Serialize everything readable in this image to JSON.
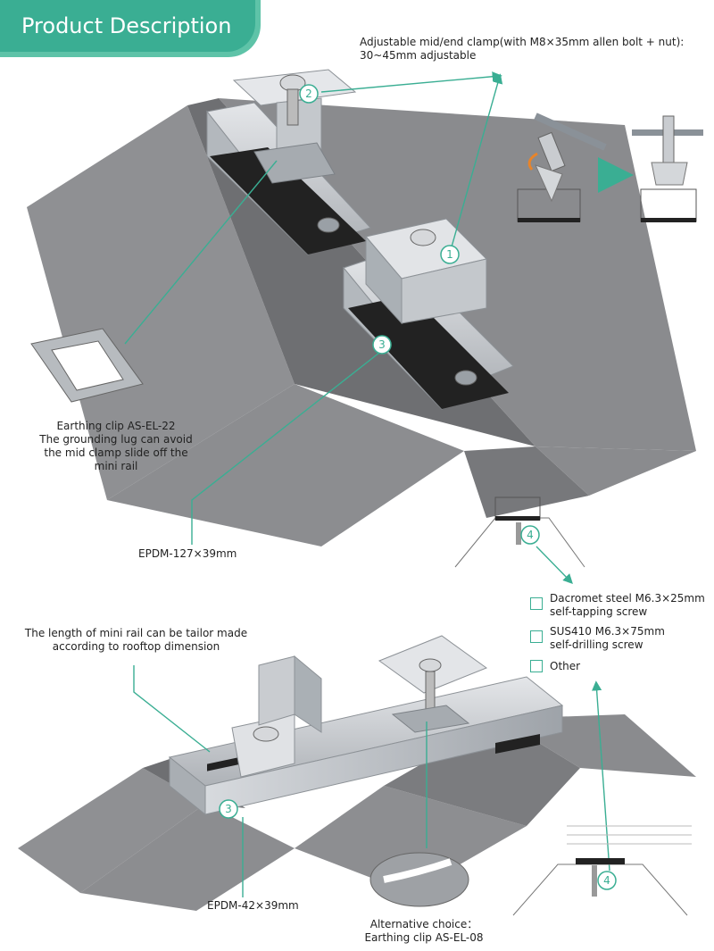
{
  "header": {
    "title": "Product Description"
  },
  "labels": {
    "clamp_line1": "Adjustable mid/end clamp(with M8×35mm allen bolt + nut):",
    "clamp_line2": "30~45mm adjustable",
    "earthing_line1": "Earthing clip AS-EL-22",
    "earthing_line2": "The grounding lug can avoid",
    "earthing_line3": "the mid clamp slide off the",
    "earthing_line4": "mini rail",
    "epdm_top": "EPDM-127×39mm",
    "length_line1": "The length of mini rail can be tailor made",
    "length_line2": "according to rooftop dimension",
    "epdm_bottom": "EPDM-42×39mm",
    "alt_line1": "Alternative choice：",
    "alt_line2": "Earthing clip AS-EL-08"
  },
  "screw_options": [
    {
      "line1": "Dacromet steel M6.3×25mm",
      "line2": "self-tapping screw"
    },
    {
      "line1": "SUS410 M6.3×75mm",
      "line2": "self-drilling screw"
    },
    {
      "line1": "Other",
      "line2": ""
    }
  ],
  "callouts": {
    "c1": "1",
    "c2": "2",
    "c3": "3",
    "c4": "4"
  },
  "colors": {
    "accent": "#3aae93",
    "roof": "#8f8f91",
    "rail": "#c9ccd0"
  }
}
